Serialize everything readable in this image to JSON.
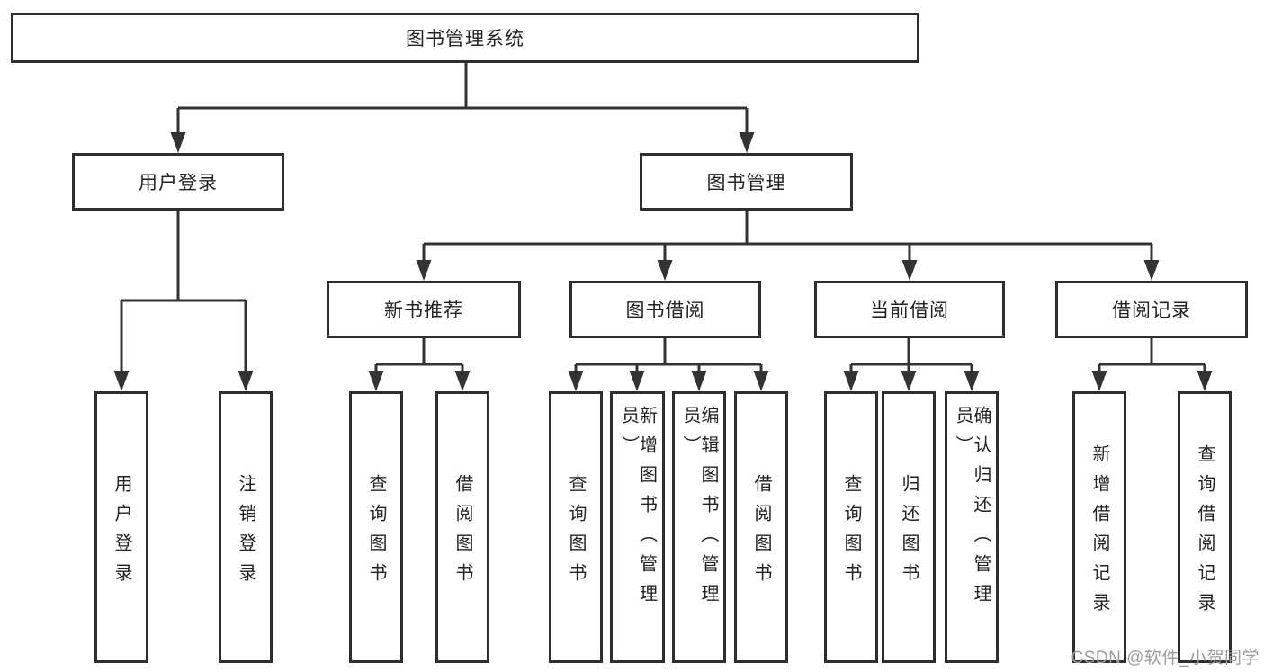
{
  "tree": {
    "label": "图书管理系统",
    "children": [
      {
        "label": "用户登录",
        "children": [
          {
            "label": "用户登录"
          },
          {
            "label": "注销登录"
          }
        ]
      },
      {
        "label": "图书管理",
        "children": [
          {
            "label": "新书推荐",
            "children": [
              {
                "label": "查询图书"
              },
              {
                "label": "借阅图书"
              }
            ]
          },
          {
            "label": "图书借阅",
            "children": [
              {
                "label": "查询图书"
              },
              {
                "label": "新增图书（管理员）"
              },
              {
                "label": "编辑图书（管理员）"
              },
              {
                "label": "借阅图书"
              }
            ]
          },
          {
            "label": "当前借阅",
            "children": [
              {
                "label": "查询图书"
              },
              {
                "label": "归还图书"
              },
              {
                "label": "确认归还（管理员）"
              }
            ]
          },
          {
            "label": "借阅记录",
            "children": [
              {
                "label": "新增借阅记录"
              },
              {
                "label": "查询借阅记录"
              }
            ]
          }
        ]
      }
    ]
  },
  "watermark": {
    "text": "CSDN @软件_小贺同学"
  },
  "colors": {
    "line": "#333333",
    "box_border": "#2e2e2e",
    "text": "#222222",
    "watermark_text": "#9c9c9c",
    "background": "#ffffff"
  }
}
